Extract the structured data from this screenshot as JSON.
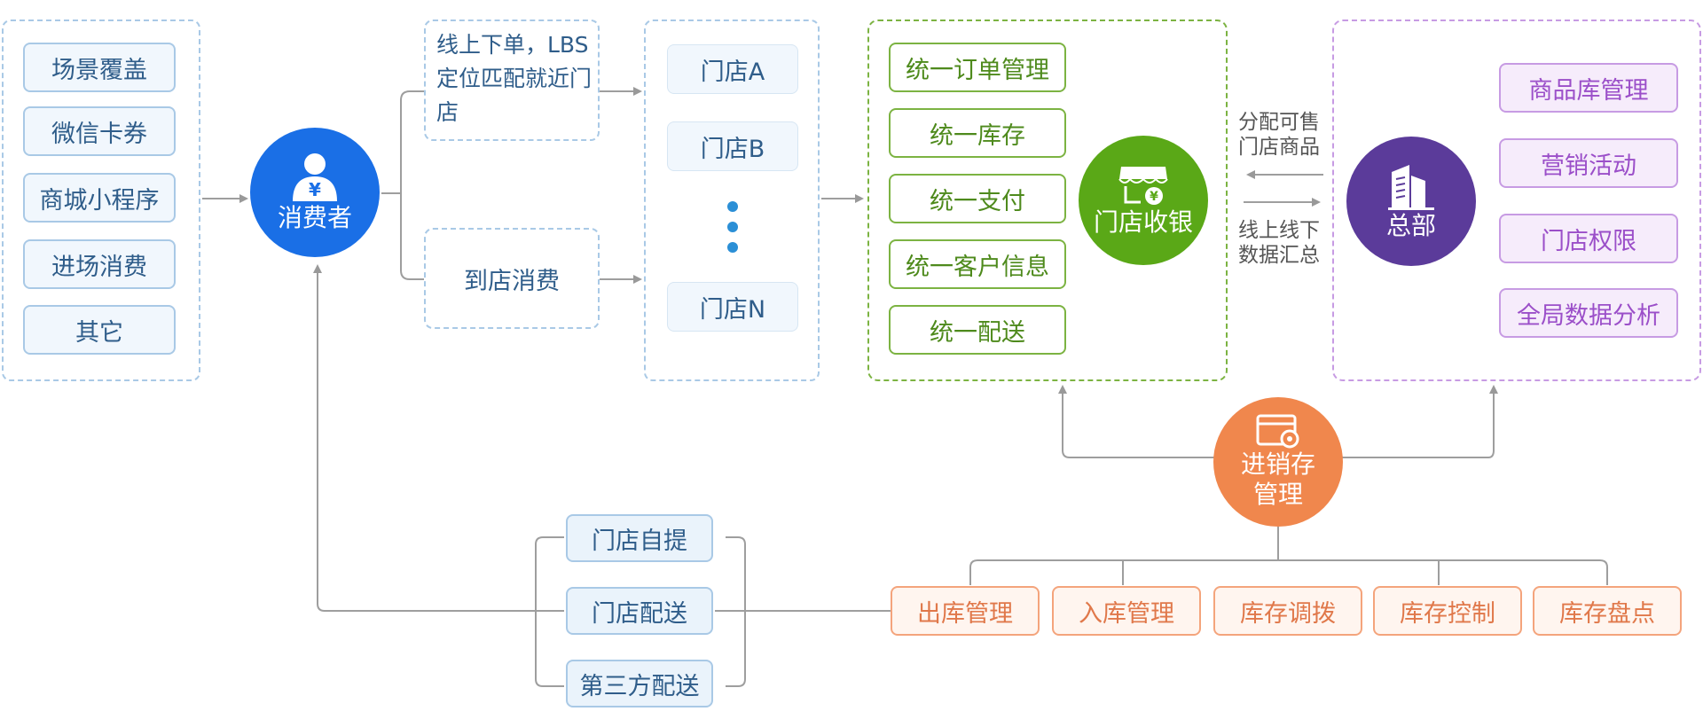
{
  "channels": [
    "场景覆盖",
    "微信卡券",
    "商城小程序",
    "进场消费",
    "其它"
  ],
  "consumer": {
    "label": "消费者",
    "icon": "person-yen-icon",
    "color": "#1a6fe6"
  },
  "online_order": "线上下单，LBS定位匹配就近门店",
  "instore": "到店消费",
  "stores": [
    "门店A",
    "门店B",
    "门店N"
  ],
  "unified": [
    "统一订单管理",
    "统一库存",
    "统一支付",
    "统一客户信息",
    "统一配送"
  ],
  "pos": {
    "label": "门店收银",
    "icon": "storefront-yen-icon",
    "color": "#5aa817"
  },
  "flow_to_hq_label": "分配可售门店商品",
  "flow_from_hq_label": "线上线下数据汇总",
  "hq": {
    "label": "总部",
    "icon": "building-icon",
    "color": "#5b3b9a"
  },
  "hq_functions": [
    "商品库管理",
    "营销活动",
    "门店权限",
    "全局数据分析"
  ],
  "inventory": {
    "label": "进销存管理",
    "icon": "card-gear-icon",
    "color": "#f0874d"
  },
  "inventory_items": [
    "出库管理",
    "入库管理",
    "库存调拨",
    "库存控制",
    "库存盘点"
  ],
  "delivery": [
    "门店自提",
    "门店配送",
    "第三方配送"
  ],
  "colors": {
    "blue_border": "#a9c9e6",
    "green": "#7cb342",
    "purple": "#c79be3",
    "orange": "#f4a47c",
    "arrow": "#999999"
  }
}
